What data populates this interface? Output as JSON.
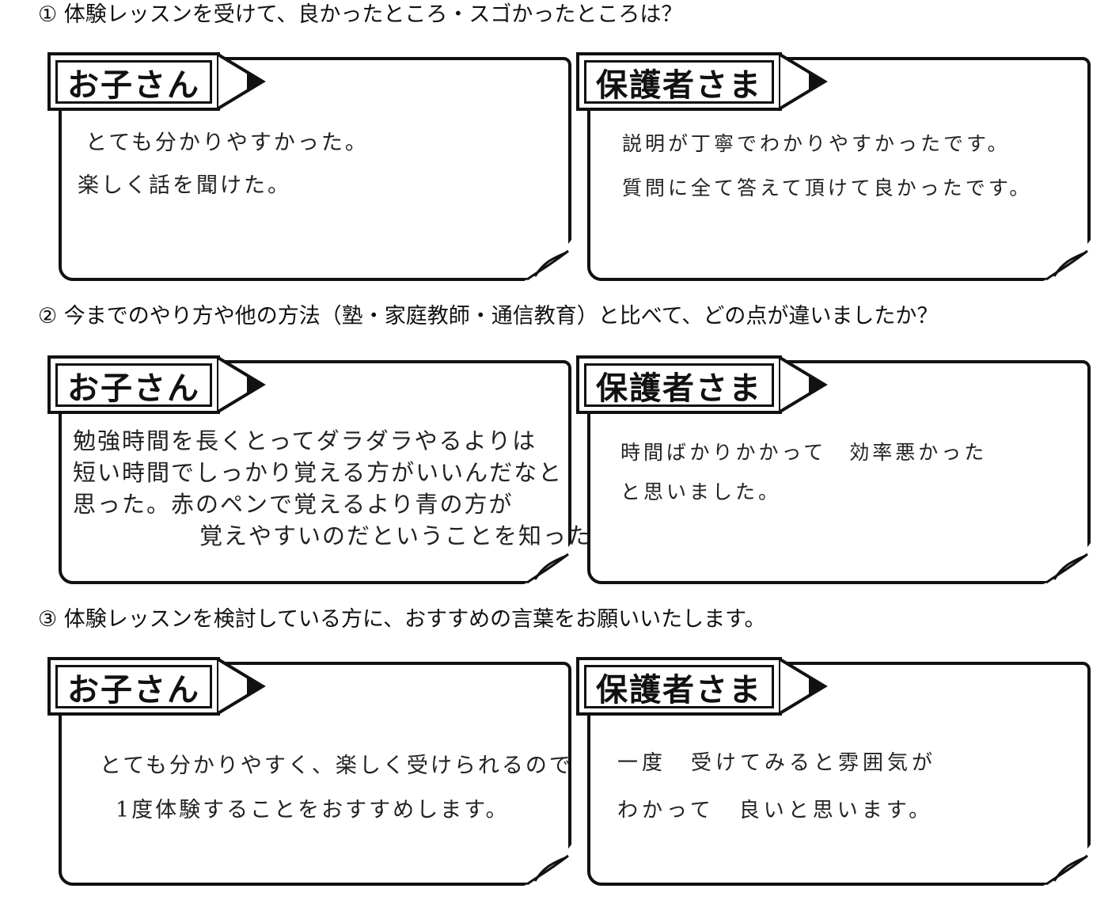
{
  "questions": [
    "① 体験レッスンを受けて、良かったところ・スゴかったところは？",
    "② 今までのやり方や他の方法（塾・家庭教師・通信教育）と比べて、どの点が違いましたか？",
    "③ 体験レッスンを検討している方に、おすすめの言葉をお願いいたします。"
  ],
  "labels": {
    "child": "お子さん",
    "parent": "保護者さま"
  },
  "answers": {
    "q1": {
      "child": [
        "とても分かりやすかった。",
        "楽しく話を聞けた。"
      ],
      "parent": [
        "説明が丁寧でわかりやすかったです。",
        "質問に全て答えて頂けて良かったです。"
      ]
    },
    "q2": {
      "child": [
        "勉強時間を長くとってダラダラやるよりは",
        "短い時間でしっかり覚える方がいいんだなと",
        "思った。赤のペンで覚えるより青の方が",
        "覚えやすいのだということを知った。"
      ],
      "parent": [
        "時間ばかりかかって　効率悪かった",
        "と思いました。"
      ]
    },
    "q3": {
      "child": [
        "とても分かりやすく、楽しく受けられるので",
        "1度体験することをおすすめします。"
      ],
      "parent": [
        "一度　受けてみると雰囲気が",
        "わかって　良いと思います。"
      ]
    }
  }
}
